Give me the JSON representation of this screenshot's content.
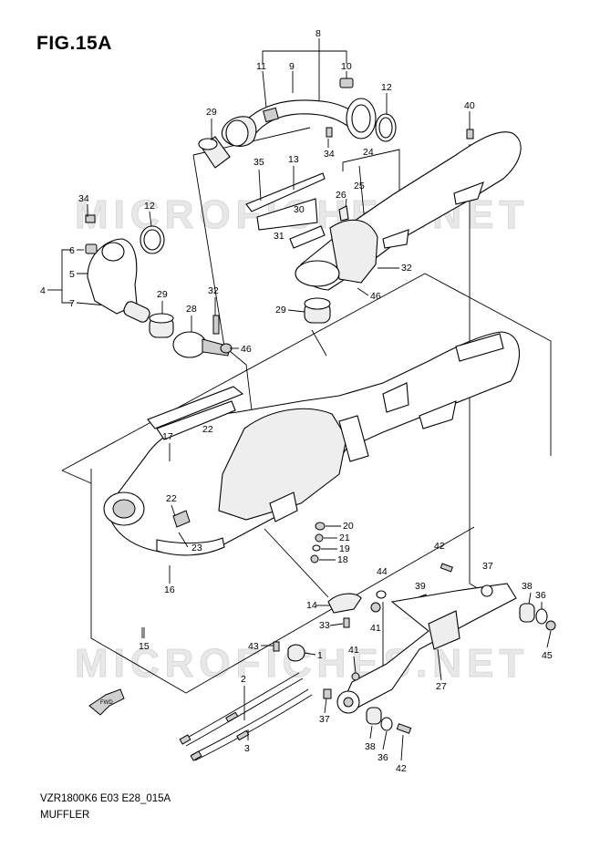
{
  "figure": {
    "title": "FIG.15A",
    "model_code": "VZR1800K6 E03 E28_015A",
    "name": "MUFFLER",
    "watermark": "MICROFICHES.NET",
    "fwd_label": "FWD"
  },
  "callouts": [
    {
      "id": "c8",
      "label": "8"
    },
    {
      "id": "c9",
      "label": "9"
    },
    {
      "id": "c11",
      "label": "11"
    },
    {
      "id": "c10",
      "label": "10"
    },
    {
      "id": "c12a",
      "label": "12"
    },
    {
      "id": "c29a",
      "label": "29"
    },
    {
      "id": "c40",
      "label": "40"
    },
    {
      "id": "c34a",
      "label": "34"
    },
    {
      "id": "c24",
      "label": "24"
    },
    {
      "id": "c35",
      "label": "35"
    },
    {
      "id": "c13",
      "label": "13"
    },
    {
      "id": "c25",
      "label": "25"
    },
    {
      "id": "c26",
      "label": "26"
    },
    {
      "id": "c30",
      "label": "30"
    },
    {
      "id": "c31",
      "label": "31"
    },
    {
      "id": "c32a",
      "label": "32"
    },
    {
      "id": "c46a",
      "label": "46"
    },
    {
      "id": "c29b",
      "label": "29"
    },
    {
      "id": "c34b",
      "label": "34"
    },
    {
      "id": "c12b",
      "label": "12"
    },
    {
      "id": "c6",
      "label": "6"
    },
    {
      "id": "c5",
      "label": "5"
    },
    {
      "id": "c4",
      "label": "4"
    },
    {
      "id": "c7",
      "label": "7"
    },
    {
      "id": "c29c",
      "label": "29"
    },
    {
      "id": "c28",
      "label": "28"
    },
    {
      "id": "c32b",
      "label": "32"
    },
    {
      "id": "c46b",
      "label": "46"
    },
    {
      "id": "c22a",
      "label": "22"
    },
    {
      "id": "c17",
      "label": "17"
    },
    {
      "id": "c22b",
      "label": "22"
    },
    {
      "id": "c23",
      "label": "23"
    },
    {
      "id": "c16",
      "label": "16"
    },
    {
      "id": "c20",
      "label": "20"
    },
    {
      "id": "c21",
      "label": "21"
    },
    {
      "id": "c19",
      "label": "19"
    },
    {
      "id": "c18",
      "label": "18"
    },
    {
      "id": "c42a",
      "label": "42"
    },
    {
      "id": "c37a",
      "label": "37"
    },
    {
      "id": "c44",
      "label": "44"
    },
    {
      "id": "c39",
      "label": "39"
    },
    {
      "id": "c14",
      "label": "14"
    },
    {
      "id": "c33",
      "label": "33"
    },
    {
      "id": "c41a",
      "label": "41"
    },
    {
      "id": "c38a",
      "label": "38"
    },
    {
      "id": "c36a",
      "label": "36"
    },
    {
      "id": "c45",
      "label": "45"
    },
    {
      "id": "c15",
      "label": "15"
    },
    {
      "id": "c43",
      "label": "43"
    },
    {
      "id": "c1",
      "label": "1"
    },
    {
      "id": "c41b",
      "label": "41"
    },
    {
      "id": "c27",
      "label": "27"
    },
    {
      "id": "c2",
      "label": "2"
    },
    {
      "id": "c3",
      "label": "3"
    },
    {
      "id": "c37b",
      "label": "37"
    },
    {
      "id": "c38b",
      "label": "38"
    },
    {
      "id": "c36b",
      "label": "36"
    },
    {
      "id": "c42b",
      "label": "42"
    }
  ]
}
